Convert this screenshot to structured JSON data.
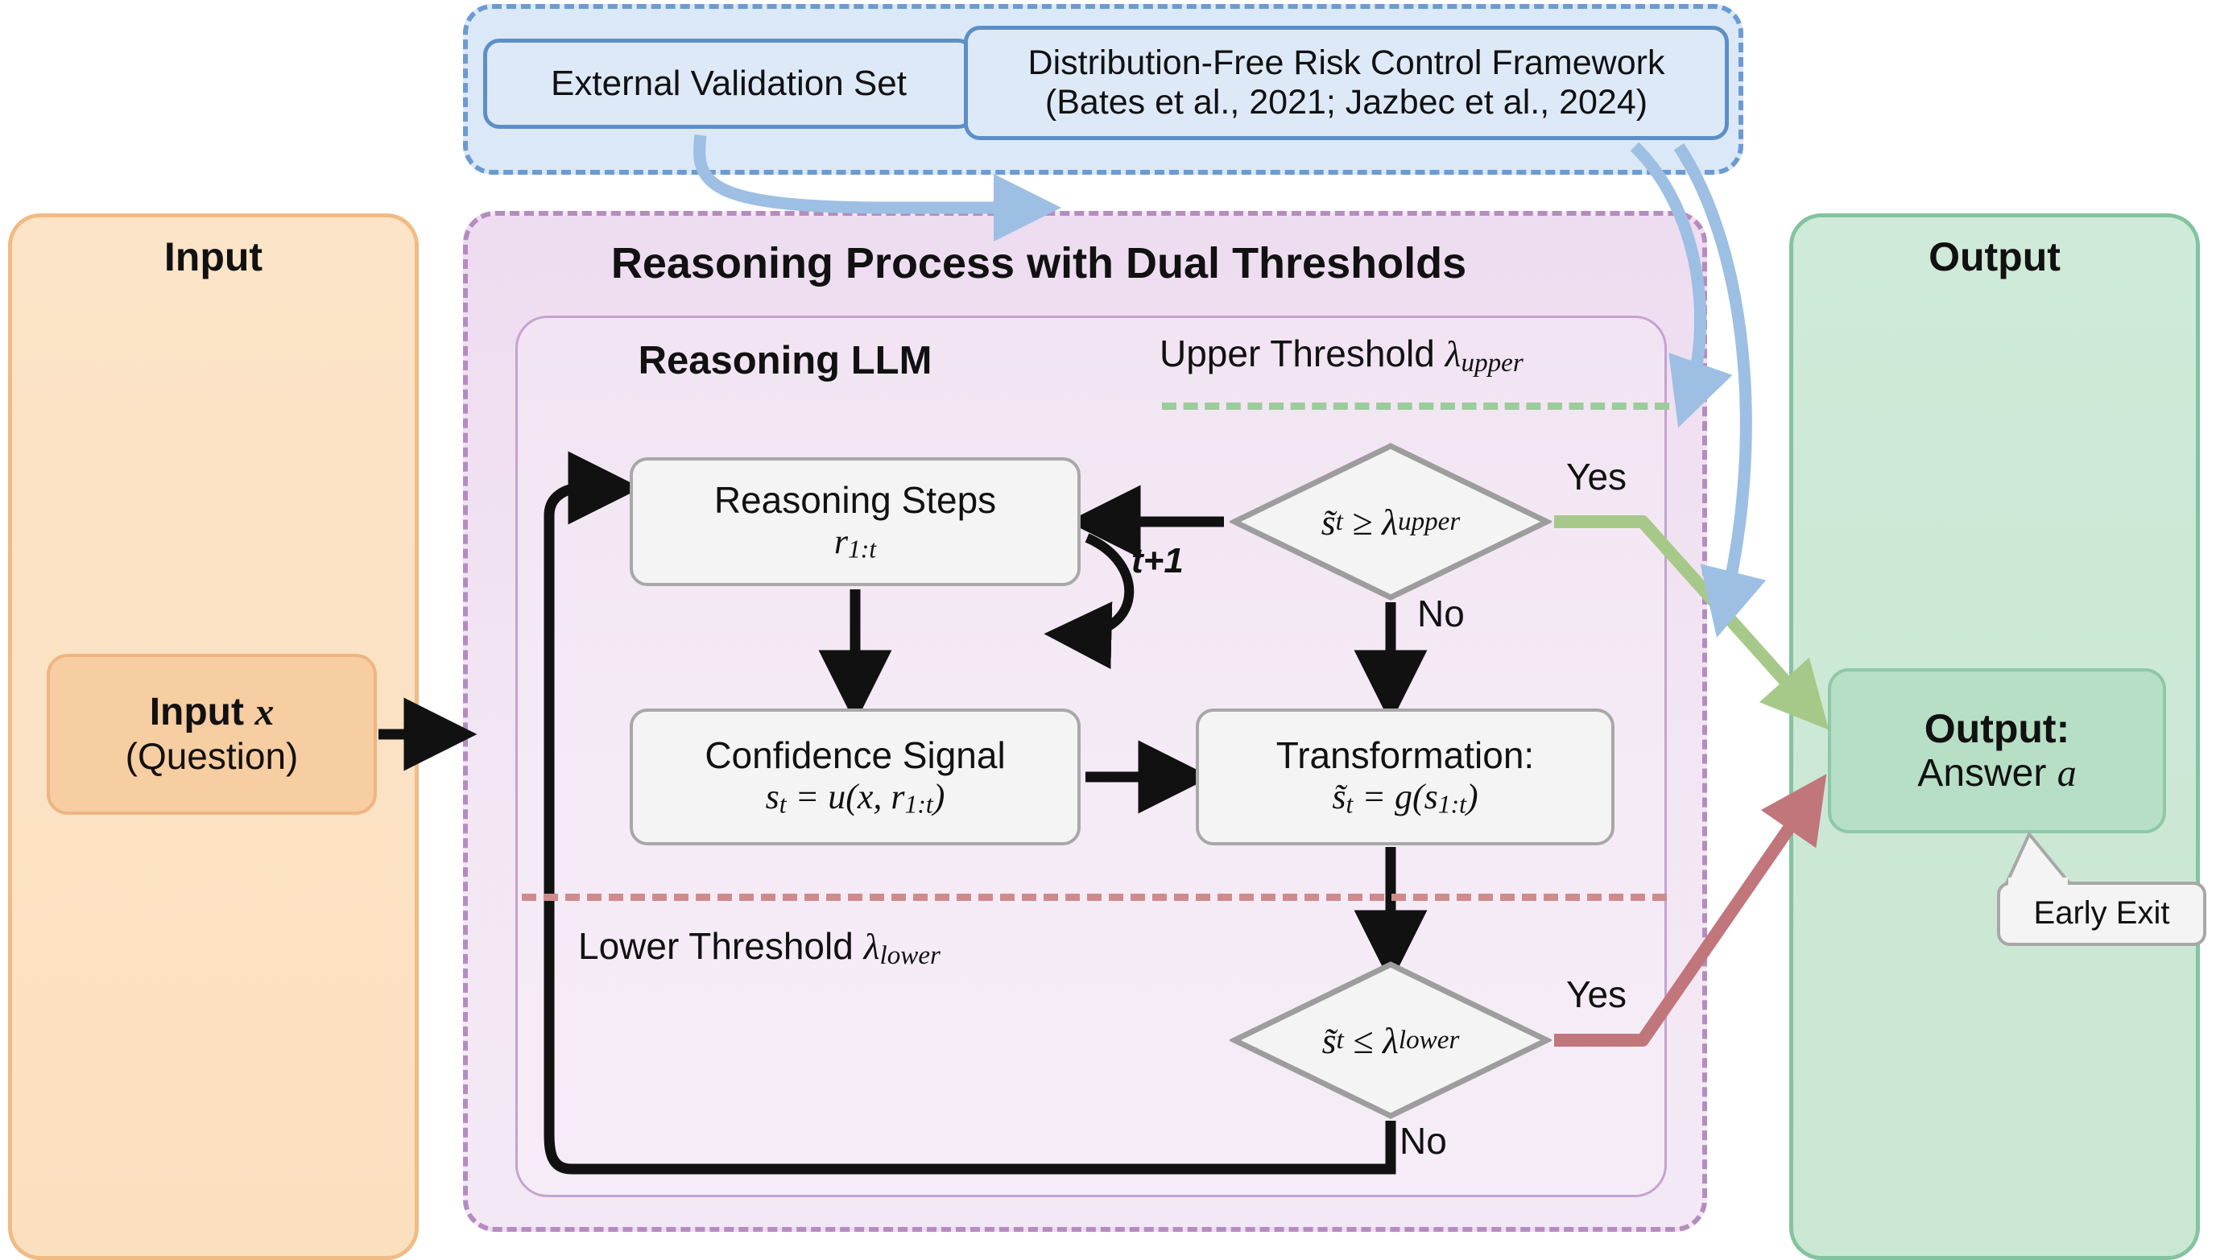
{
  "figure": {
    "title": "Reasoning Process with Dual Thresholds"
  },
  "input_panel": {
    "header": "Input",
    "node": {
      "line1": "Input x",
      "line2": "(Question)"
    }
  },
  "output_panel": {
    "header": "Output",
    "node": {
      "line1": "Output:",
      "line2": "Answer a"
    },
    "callout": "Early Exit"
  },
  "calibration_panel": {
    "external_validation": "External Validation Set",
    "framework": {
      "line1": "Distribution-Free Risk Control Framework",
      "line2": "(Bates et al., 2021; Jazbec et al., 2024)"
    }
  },
  "process_panel": {
    "header": "Reasoning Process with Dual Thresholds",
    "llm_header": "Reasoning LLM",
    "upper_threshold_label": "Upper Threshold λ_upper",
    "lower_threshold_label": "Lower Threshold λ_lower",
    "nodes": {
      "reasoning_steps": {
        "line1": "Reasoning Steps",
        "line2": "r_{1:t}"
      },
      "confidence_signal": {
        "line1": "Confidence Signal",
        "line2": "s_t = u(x, r_{1:t})"
      },
      "transformation": {
        "line1": "Transformation:",
        "line2": "s̃_t = g(s_{1:t})"
      },
      "decision_upper": "s̃_t ≥ λ_upper",
      "decision_lower": "s̃_t ≤ λ_lower"
    },
    "edge_labels": {
      "loop_increment": "t+1",
      "upper_yes": "Yes",
      "upper_no": "No",
      "lower_yes": "Yes",
      "lower_no": "No"
    }
  },
  "colors": {
    "input_fill": "#fce4c8",
    "input_stroke": "#f0bb84",
    "output_fill": "#cfead8",
    "output_stroke": "#83c3a0",
    "calibration_fill": "#dbe8f7",
    "calibration_stroke": "#6c9bd2",
    "process_fill": "#f3e7f4",
    "process_stroke": "#b58cc0",
    "upper_threshold_line": "#9ccb9c",
    "lower_threshold_line": "#cf8b8b",
    "yes_upper_arrow": "#a6c98a",
    "yes_lower_arrow": "#c1767b",
    "calibration_arrow": "#9dbfe4",
    "flow_arrow": "#111111"
  }
}
